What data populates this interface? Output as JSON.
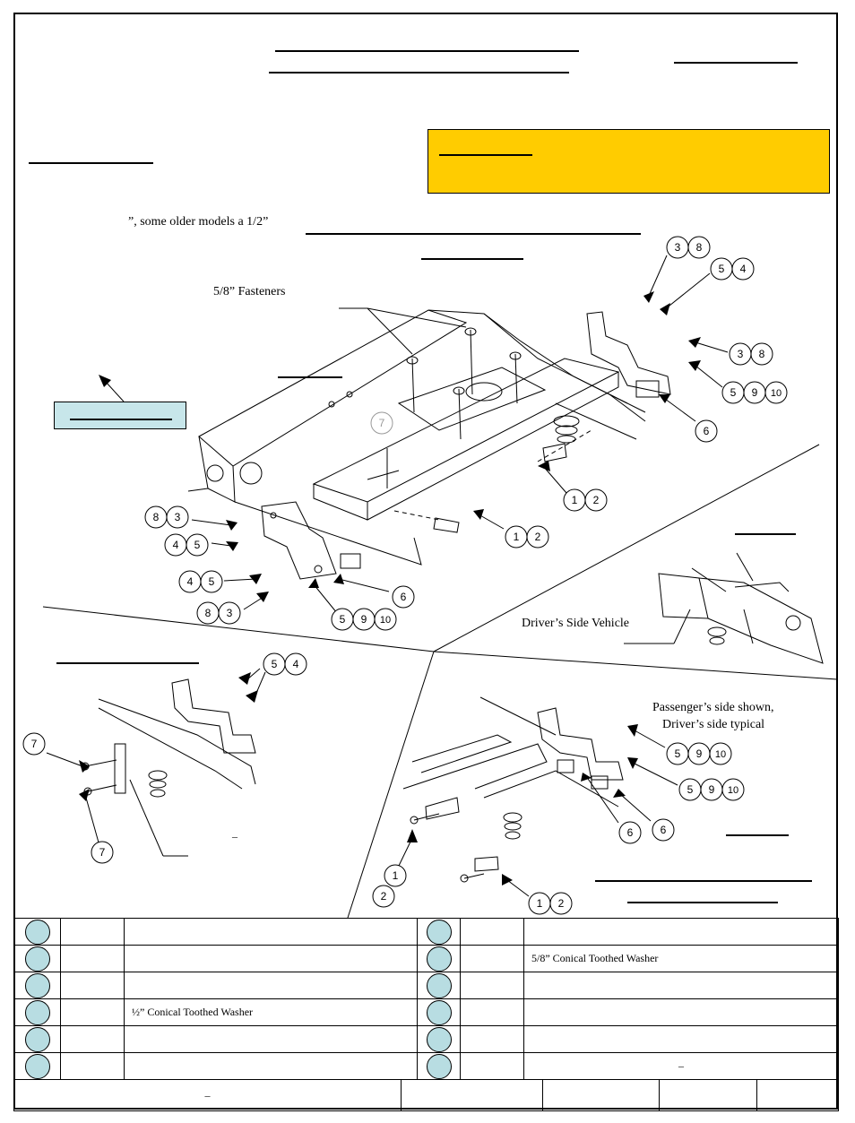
{
  "labels": {
    "older_models": "”, some older models a 1/2”",
    "fasteners": "5/8” Fasteners",
    "drivers_side_vehicle": "Driver’s Side Vehicle",
    "passenger_side_line1": "Passenger’s side shown,",
    "passenger_side_line2": "Driver’s side typical",
    "dash_small": "–"
  },
  "callouts": {
    "c_3a": "3",
    "c_8a": "8",
    "c_5a": "5",
    "c_4a": "4",
    "c_3b": "3",
    "c_8b": "8",
    "c_5b": "5",
    "c_9b": "9",
    "c_10b": "10",
    "c_6a": "6",
    "c_7a": "7",
    "c_1a": "1",
    "c_2a": "2",
    "c_1b": "1",
    "c_2b": "2",
    "c_8c": "8",
    "c_3c": "3",
    "c_4c": "4",
    "c_5c": "5",
    "c_4d": "4",
    "c_5d": "5",
    "c_8d": "8",
    "c_3d": "3",
    "c_5e": "5",
    "c_9e": "9",
    "c_10e": "10",
    "c_6b": "6",
    "c_5f": "5",
    "c_4f": "4",
    "c_7b": "7",
    "c_7c": "7",
    "c_5g": "5",
    "c_9g": "9",
    "c_10g": "10",
    "c_5h": "5",
    "c_9h": "9",
    "c_10h": "10",
    "c_6c": "6",
    "c_6d": "6",
    "c_1c": "1",
    "c_2c": "2",
    "c_1d": "1",
    "c_2d": "2"
  },
  "parts_table": {
    "rows": [
      {
        "left_qty": "",
        "left_desc": "",
        "right_qty": "",
        "right_desc": ""
      },
      {
        "left_qty": "",
        "left_desc": "",
        "right_qty": "",
        "right_desc": "5/8” Conical Toothed Washer"
      },
      {
        "left_qty": "",
        "left_desc": "",
        "right_qty": "",
        "right_desc": ""
      },
      {
        "left_qty": "",
        "left_desc": "½” Conical Toothed Washer",
        "right_qty": "",
        "right_desc": ""
      },
      {
        "left_qty": "",
        "left_desc": "",
        "right_qty": "",
        "right_desc": ""
      },
      {
        "left_qty": "",
        "left_desc": "",
        "right_qty": "",
        "right_desc": "–"
      }
    ]
  },
  "footer": {
    "cell1": "–",
    "cell2": "",
    "cell3": "",
    "cell4": "",
    "cell5": ""
  },
  "colors": {
    "warning_fill": "#ffcc00",
    "info_fill": "#c7e6ea",
    "table_dot_fill": "#b8dde2"
  }
}
